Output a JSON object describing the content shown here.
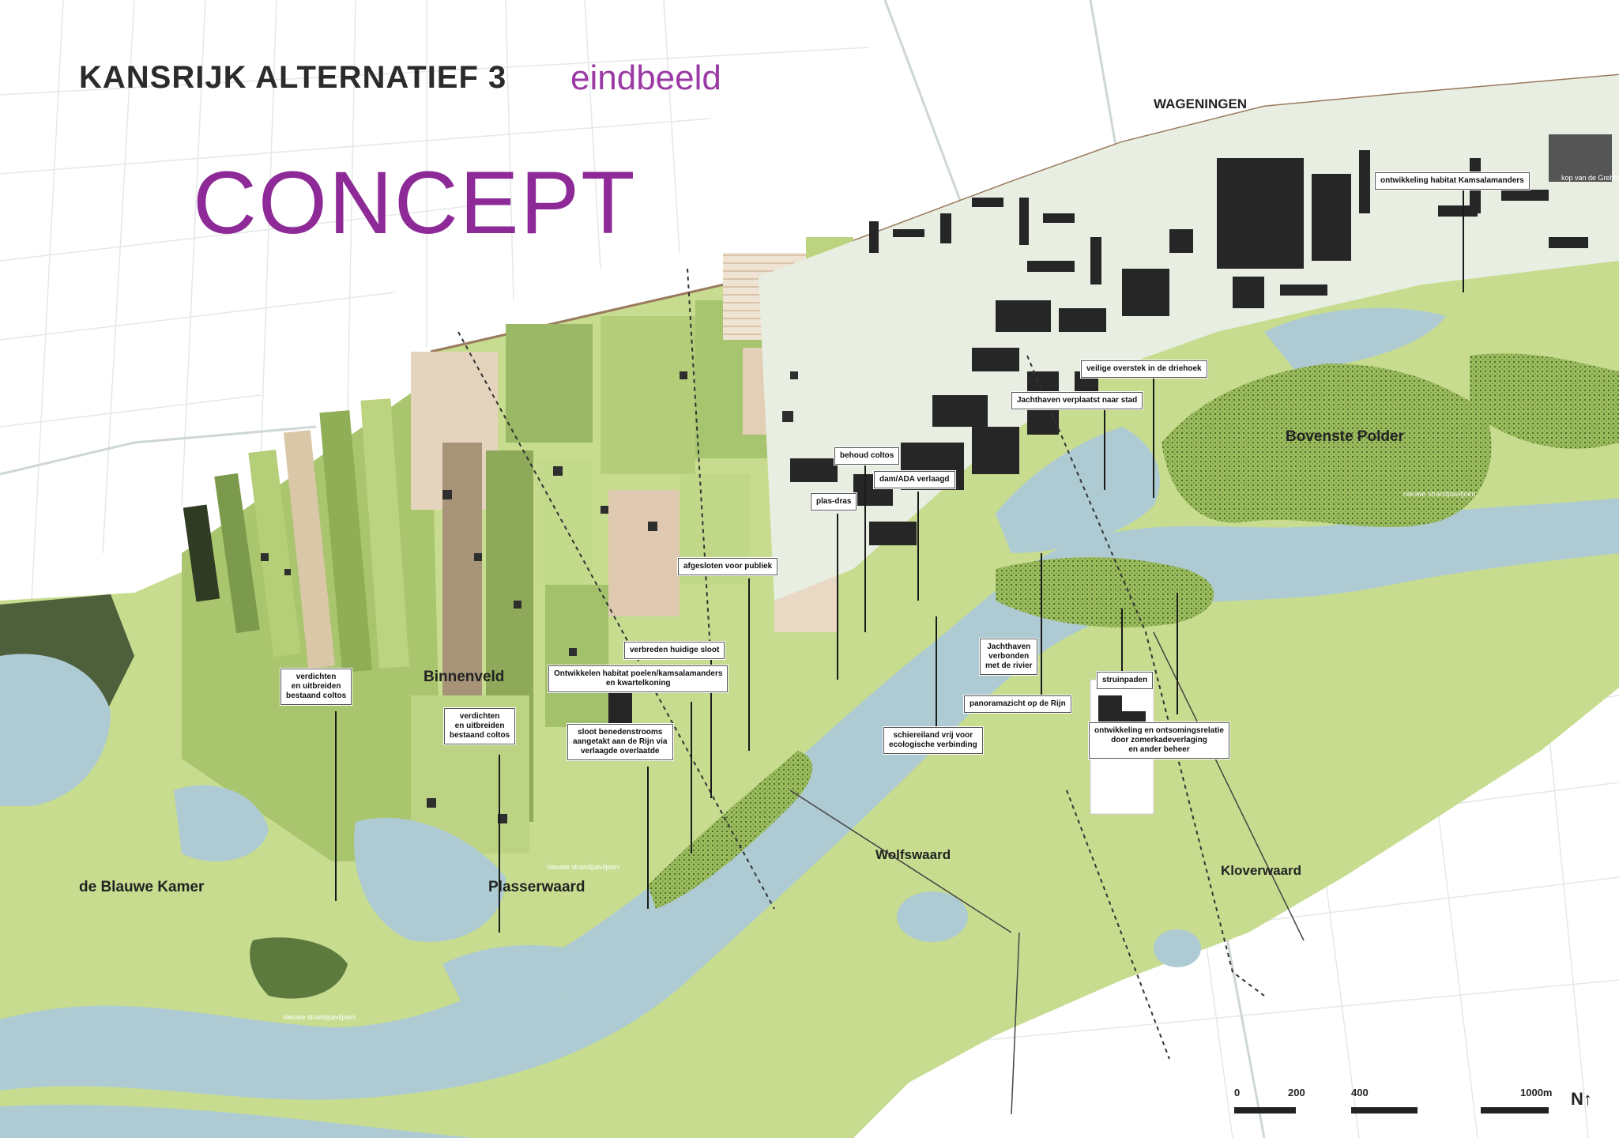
{
  "header": {
    "title": "KANSRIJK ALTERNATIEF 3",
    "subtitle": "eindbeeld",
    "stamp": "CONCEPT"
  },
  "places": {
    "wageningen": "WAGENINGEN",
    "bovenste_polder": "Bovenste Polder",
    "binnenveld": "Binnenveld",
    "blauwe_kamer": "de Blauwe Kamer",
    "plasserwaard": "Plasserwaard",
    "wolfswaard": "Wolfswaard",
    "kloverwaard": "Kloverwaard"
  },
  "callouts": {
    "habitat_kamsalamanders": "ontwikkeling habitat Kamsalamanders",
    "veilige_overstek": "veilige overstek in de driehoek",
    "jachthaven_verplaatst": "Jachthaven verplaatst naar stad",
    "behoud_coltos": "behoud coltos",
    "dam_verlaagd": "dam/ADA verlaagd",
    "plas_dras": "plas-dras",
    "afgesloten_publiek": "afgesloten voor publiek",
    "verbreden_sloot": "verbreden huidige sloot",
    "habitat_poelen": "Ontwikkelen habitat poelen/kamsalamanders\nen kwartelkoning",
    "verdichten_1": "verdichten\nen uitbreiden\nbestaand coltos",
    "verdichten_2": "verdichten\nen uitbreiden\nbestaand coltos",
    "sloot_benedenstrooms": "sloot benedenstrooms\naangetakt aan de Rijn via\nverlaagde overlaatde",
    "jachthaven_verbonden": "Jachthaven\nverbonden\nmet de rivier",
    "panoramazicht": "panoramazicht op de Rijn",
    "struinpaden": "struinpaden",
    "schiereiland": "schiereiland vrij voor\necologische verbinding",
    "ontwikkeling_zomerkade": "ontwikkeling en ontsomingsrelatie\ndoor zomerkadeverlaging\nen ander beheer"
  },
  "small_labels": {
    "a": "nieuwe strandpaviljoen",
    "b": "nieuwe strandpaviljoen",
    "c": "nieuwe strandpaviljoen",
    "d": "kop van de Grebbe"
  },
  "scale": {
    "t0": "0",
    "t200": "200",
    "t400": "400",
    "t1000": "1000m",
    "north": "N"
  },
  "colors": {
    "river": "#aecbd3",
    "meadow": "#c3d98c",
    "field_dark": "#8fae55",
    "field_light": "#b9d27c",
    "tan": "#e7d5bf",
    "brown": "#a8926a",
    "forest": "#5c7a3e",
    "urban": "#e9eee3",
    "building": "#262626",
    "purple": "#8e2a98"
  }
}
